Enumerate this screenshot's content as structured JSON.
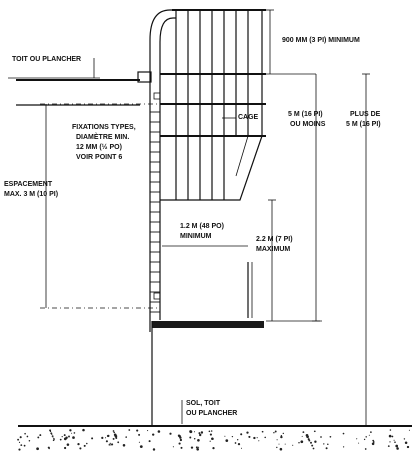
{
  "labels": {
    "toit_ou_plancher": "TOIT OU PLANCHER",
    "min_900": "900 MM (3 PI) MINIMUM",
    "fixations_1": "FIXATIONS TYPES,",
    "fixations_2": "DIAMÈTRE MIN.",
    "fixations_3": "12 MM (½ PO)",
    "fixations_4": "VOIR POINT 6",
    "cage": "CAGE",
    "five_m_1": "5 M (16 PI)",
    "five_m_2": "OU MOINS",
    "plus_de_1": "PLUS DE",
    "plus_de_2": "5 M (16 PI)",
    "espacement_1": "ESPACEMENT",
    "espacement_2": "MAX. 3 M (10 PI)",
    "min_1_2_1": "1.2 M (48 PO)",
    "min_1_2_2": "MINIMUM",
    "max_2_2_1": "2.2 M (7 PI)",
    "max_2_2_2": "MAXIMUM",
    "sol_1": "SOL, TOIT",
    "sol_2": "OU PLANCHER"
  }
}
